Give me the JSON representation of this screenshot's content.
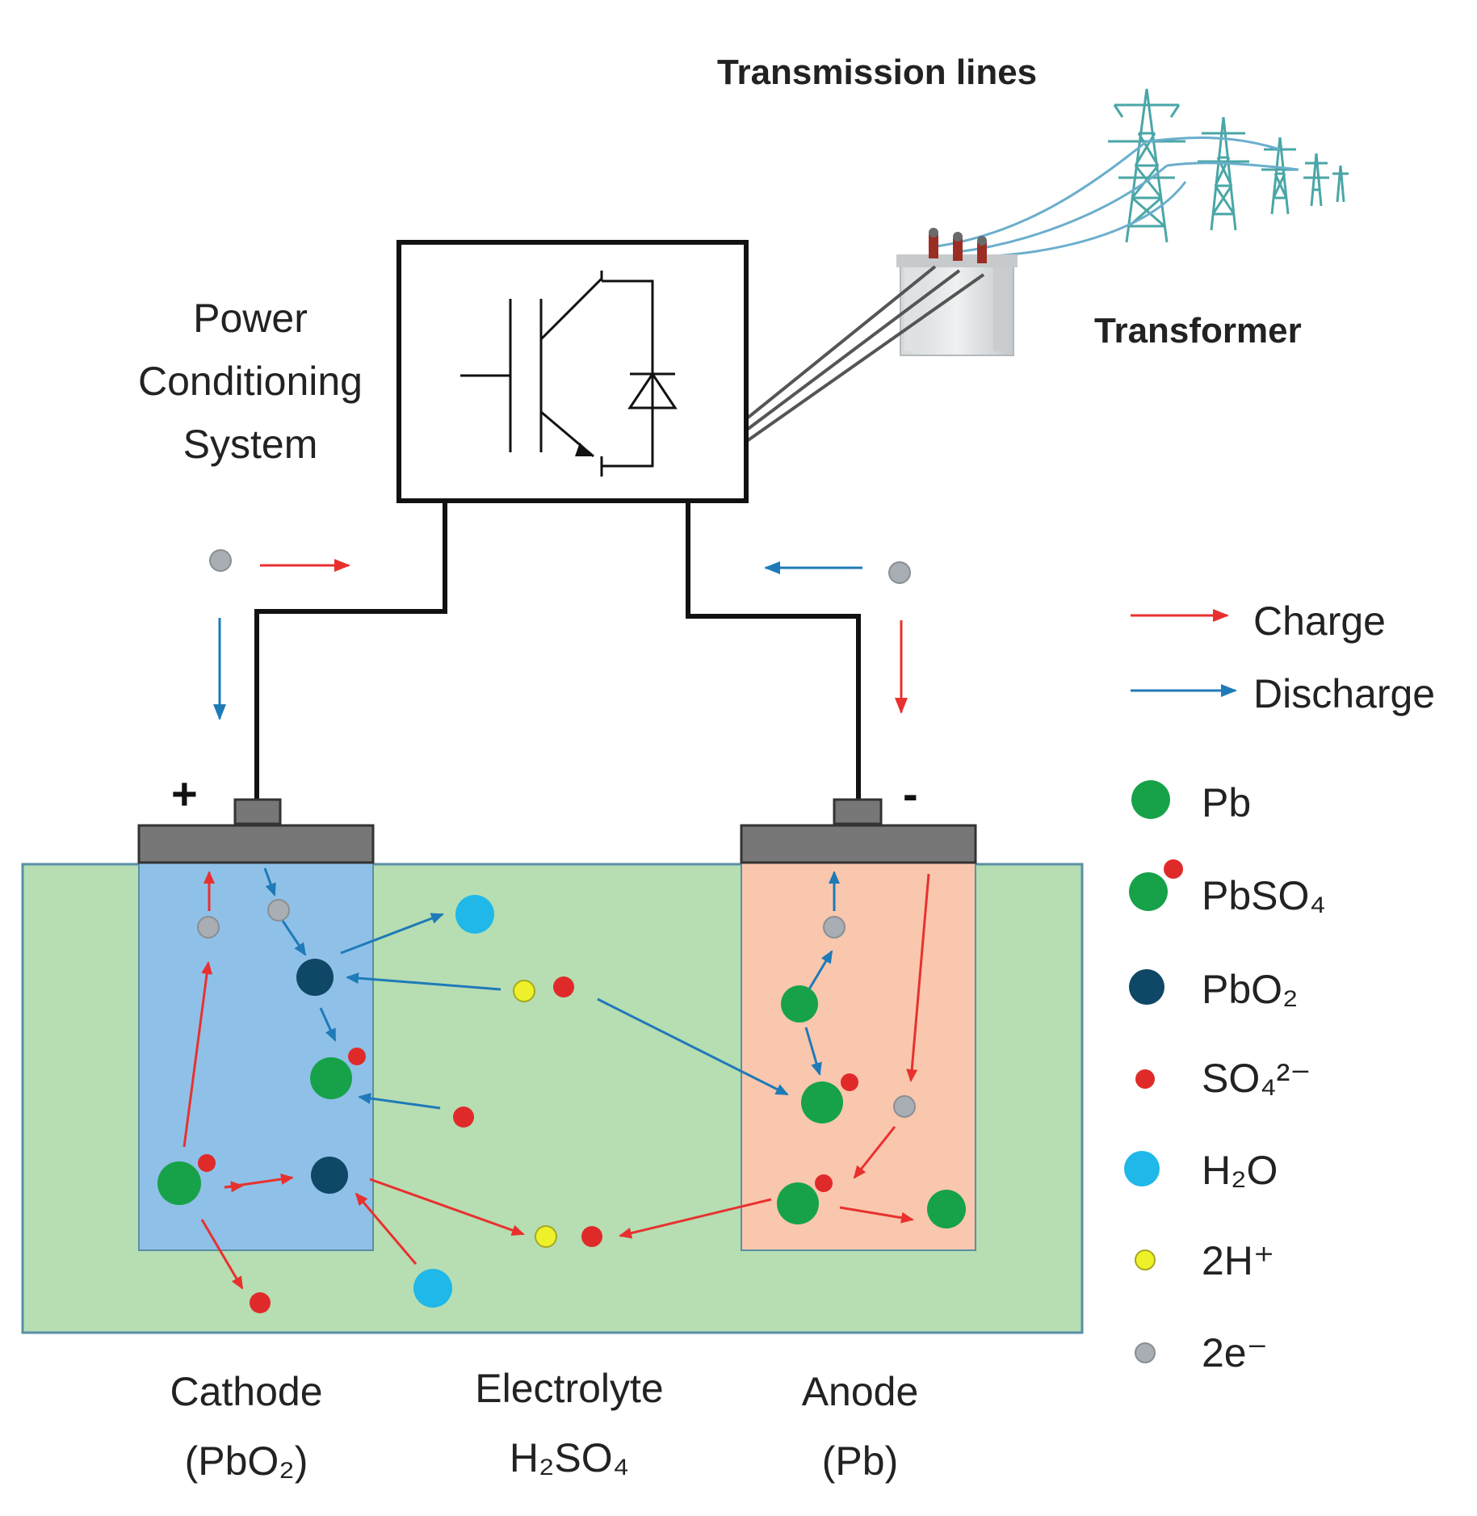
{
  "labels": {
    "transmission_lines": "Transmission lines",
    "transformer": "Transformer",
    "pcs_line1": "Power",
    "pcs_line2": "Conditioning",
    "pcs_line3": "System",
    "plus": "+",
    "minus": "-",
    "cathode_line1": "Cathode",
    "cathode_line2": "(PbO₂)",
    "electrolyte_line1": "Electrolyte",
    "electrolyte_line2": "H₂SO₄",
    "anode_line1": "Anode",
    "anode_line2": "(Pb)"
  },
  "legend": {
    "arrows": [
      {
        "label": "Charge",
        "color": "#e8312f"
      },
      {
        "label": "Discharge",
        "color": "#1f7ab8"
      }
    ],
    "species": [
      {
        "label": "Pb",
        "color": "#17a24a"
      },
      {
        "label": "PbSO₄",
        "color": "#17a24a",
        "accent": "#e02a2a"
      },
      {
        "label": "PbO₂",
        "color": "#0f4766"
      },
      {
        "label": "SO₄²⁻",
        "color": "#e02a2a"
      },
      {
        "label": "H₂O",
        "color": "#1fb8e8"
      },
      {
        "label": "2H⁺",
        "color": "#eef02a"
      },
      {
        "label": "2e⁻",
        "color": "#a8aeb3"
      }
    ]
  },
  "colors": {
    "electrolyte": "#b6deb2",
    "cathode": "#8fc1e8",
    "anode": "#f9c7ad",
    "terminal": "#777777",
    "charge": "#e8312f",
    "discharge": "#1f7ab8",
    "tower": "#4aa6a6"
  }
}
